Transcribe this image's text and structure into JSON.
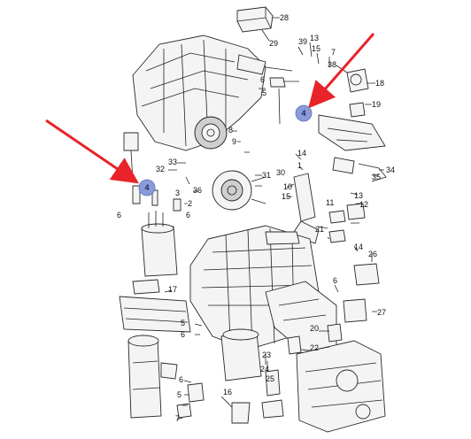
{
  "colors": {
    "arrow": "#e8232a",
    "callout_fill": "#8a9bd9",
    "line": "#222222"
  },
  "callouts": [
    {
      "id": "callout-upper",
      "label": "4"
    },
    {
      "id": "callout-left",
      "label": "4"
    }
  ],
  "labels": {
    "l28": "28",
    "l29": "29",
    "l39": "39",
    "l13a": "13",
    "l15a": "15",
    "l7a": "7",
    "l38": "38",
    "l18": "18",
    "l6a": "6",
    "l5a": "5",
    "l19": "19",
    "l8": "8",
    "l9": "9",
    "l33": "33",
    "l32": "32",
    "l14a": "14",
    "l1": "1",
    "l34": "34",
    "l31": "31",
    "l30": "30",
    "l35": "35",
    "l36": "36",
    "l10": "10",
    "l15b": "15",
    "l11": "11",
    "l13b": "13",
    "l12": "12",
    "l3": "3",
    "l2": "2",
    "l6b": "6",
    "l6c": "6",
    "l21": "21",
    "l14b": "14",
    "l26": "26",
    "l17": "17",
    "l6d": "6",
    "l27": "27",
    "l5b": "5",
    "l6e": "6",
    "l20": "20",
    "l22": "22",
    "l23": "23",
    "l24": "24",
    "l25": "25",
    "l6f": "6",
    "l5c": "5",
    "l7b": "7",
    "l16": "16"
  }
}
